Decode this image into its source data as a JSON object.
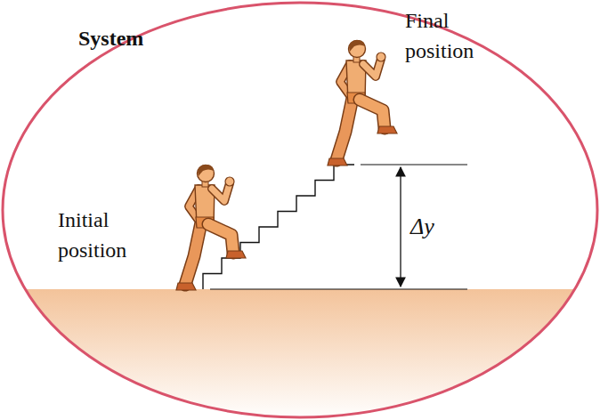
{
  "diagram": {
    "nodes": [
      {
        "text": [
          "System"
        ]
      }
    ],
    "labels": [
      "Initial position",
      "Final position",
      "Δy"
    ]
  }
}
